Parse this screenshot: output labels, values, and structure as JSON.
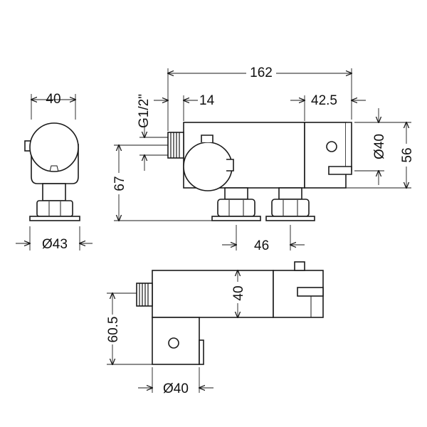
{
  "drawing": {
    "side_view": {
      "width_label": "40",
      "base_diameter_label": "Ø43"
    },
    "front_view": {
      "length_label": "162",
      "inlet_offset_label": "14",
      "handle_offset_label": "42.5",
      "thread_label": "G1/2\"",
      "body_diameter_label": "Ø40",
      "body_height_label": "56",
      "height_label": "67",
      "centres_label": "46"
    },
    "plan_view": {
      "depth_label": "40",
      "projection_label": "60.5",
      "outlet_diameter_label": "Ø40"
    }
  }
}
